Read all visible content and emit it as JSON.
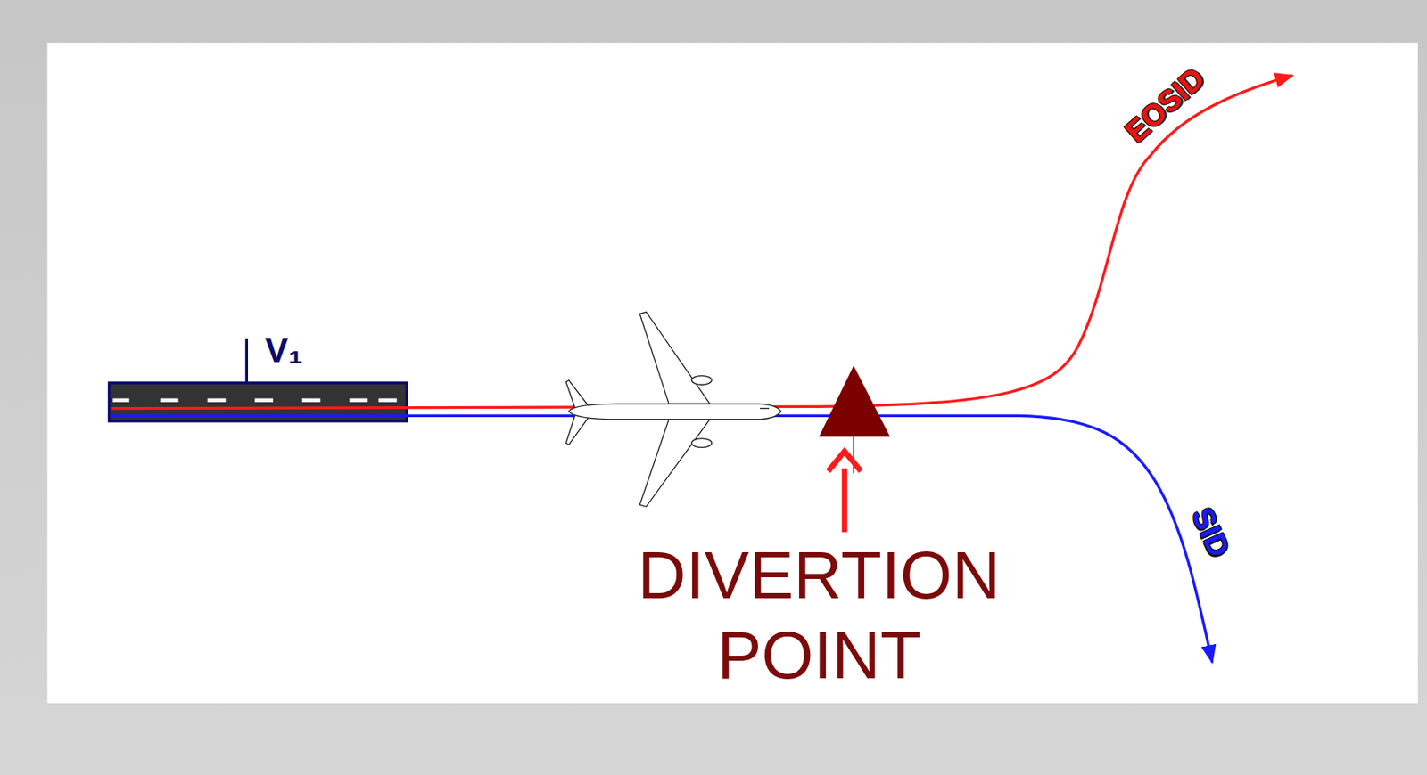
{
  "diagram": {
    "labels": [
      "V₁",
      "EOSID",
      "SID",
      "DIVERTION POINT"
    ]
  }
}
